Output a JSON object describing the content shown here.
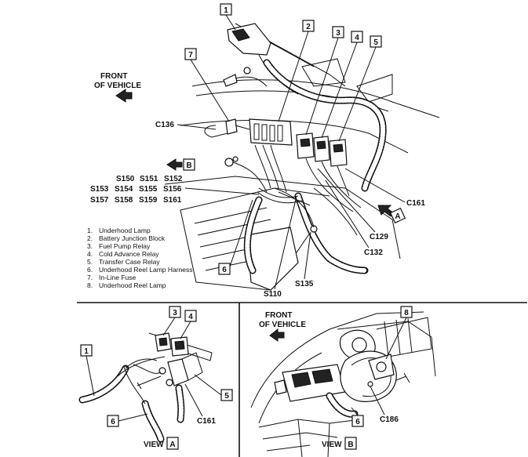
{
  "front_labels": {
    "main": [
      "FRONT",
      "OF VEHICLE"
    ],
    "view_b": [
      "FRONT",
      "OF VEHICLE"
    ]
  },
  "connectors": {
    "c136": "C136",
    "c161_main": "C161",
    "c129": "C129",
    "c132": "C132",
    "s135": "S135",
    "s110": "S110",
    "c161_view_a": "C161",
    "c186": "C186"
  },
  "splices": [
    [
      "S150",
      "S151",
      "S152"
    ],
    [
      "S153",
      "S154",
      "S155",
      "S156"
    ],
    [
      "S157",
      "S158",
      "S159",
      "S161"
    ]
  ],
  "callouts": {
    "main": [
      "1",
      "2",
      "3",
      "4",
      "5",
      "6",
      "7"
    ],
    "view_a": [
      "1",
      "3",
      "4",
      "5",
      "6"
    ],
    "view_b": [
      "6",
      "8"
    ],
    "arrow_a": "A",
    "arrow_b": "B"
  },
  "legend": [
    {
      "num": "1.",
      "text": "Underhood Lamp"
    },
    {
      "num": "2.",
      "text": "Battery Junction Block"
    },
    {
      "num": "3.",
      "text": "Fuel Pump Relay"
    },
    {
      "num": "4.",
      "text": "Cold Advance Relay"
    },
    {
      "num": "5.",
      "text": "Transfer Case Relay"
    },
    {
      "num": "6.",
      "text": "Underhood Reel Lamp Harness"
    },
    {
      "num": "7.",
      "text": "In-Line Fuse"
    },
    {
      "num": "8.",
      "text": "Underhood Reel Lamp"
    }
  ],
  "views": {
    "a": {
      "word": "VIEW",
      "letter": "A"
    },
    "b": {
      "word": "VIEW",
      "letter": "B"
    }
  }
}
